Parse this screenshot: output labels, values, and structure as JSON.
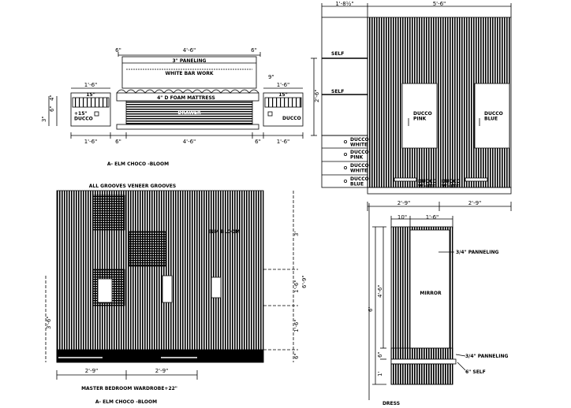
{
  "bed": {
    "caption": "A- ELM CHOCO -BLOOM",
    "dim_top_left": "6\"",
    "dim_top_mid": "4'-6\"",
    "dim_top_right": "6\"",
    "paneling": "3\" PANELING",
    "white_bar_work": "WHITE BAR WORK",
    "foam": "4\" D FOAM MATTRESS",
    "drawer": "DRAWER",
    "dim_9": "9\"",
    "left_side_w": "1'-6\"",
    "right_side_w": "1'-6\"",
    "left_side_top": "15\"",
    "right_side_top": "15\"",
    "left_ducco": "+15\"\nDUCCO",
    "right_ducco": "DUCCO",
    "dim_left_3": "3\"",
    "dim_left_6": "6\"",
    "dim_left_4": "4\"",
    "bot_1": "1'-6\"",
    "bot_2": "6\"",
    "bot_3": "4'-6\"",
    "bot_4": "6\"",
    "bot_5": "1'-6\""
  },
  "cabinet": {
    "dim_top_1": "1'-8½\"",
    "dim_top_2": "5'-6\"",
    "self_1": "SELF",
    "self_2": "SELF",
    "dim_side": "2'-6\"",
    "drawer_1": "DUCCO\nWHITE",
    "drawer_2": "DUCCO\nPINK",
    "drawer_3": "DUCCO\nWHITE",
    "drawer_4": "DUCCO\nBLUE",
    "door_pink": "DUCCO\nPINK",
    "door_blue": "DUCCO\nBLUE",
    "base_white_1": "DUCCO\nWHITE",
    "base_white_2": "DUCCO\nWHITE",
    "bot_1": "2'-9\"",
    "bot_2": "2'-9\""
  },
  "wardrobe": {
    "title": "ALL GROOVES VENEER GROOVES",
    "elm": "ELM BLOOM",
    "dim_r1": "3'",
    "dim_r2": "1'-6\"",
    "dim_r3": "6'-9\"",
    "dim_r4": "1'-6\"",
    "dim_r5": "6\"",
    "dim_left": "3'-6\"",
    "bot_1": "2'-9\"",
    "bot_2": "2'-9\"",
    "caption_1": "MASTER BEDROOM WARDROBE+22\"",
    "caption_2": "A- ELM CHOCO -BLOOM"
  },
  "dress": {
    "dim_top_1": "10\"",
    "dim_top_2": "1'-6\"",
    "mirror": "MIRROR",
    "panel_1": "3/4\" PANNELING",
    "panel_2": "3/4\" PANNELING",
    "self": "6\" SELF",
    "dim_left_1": "4'-6\"",
    "dim_left_2": "6\"",
    "dim_left_3": "1'",
    "dim_left_total": "6'",
    "caption": "DRESS"
  }
}
